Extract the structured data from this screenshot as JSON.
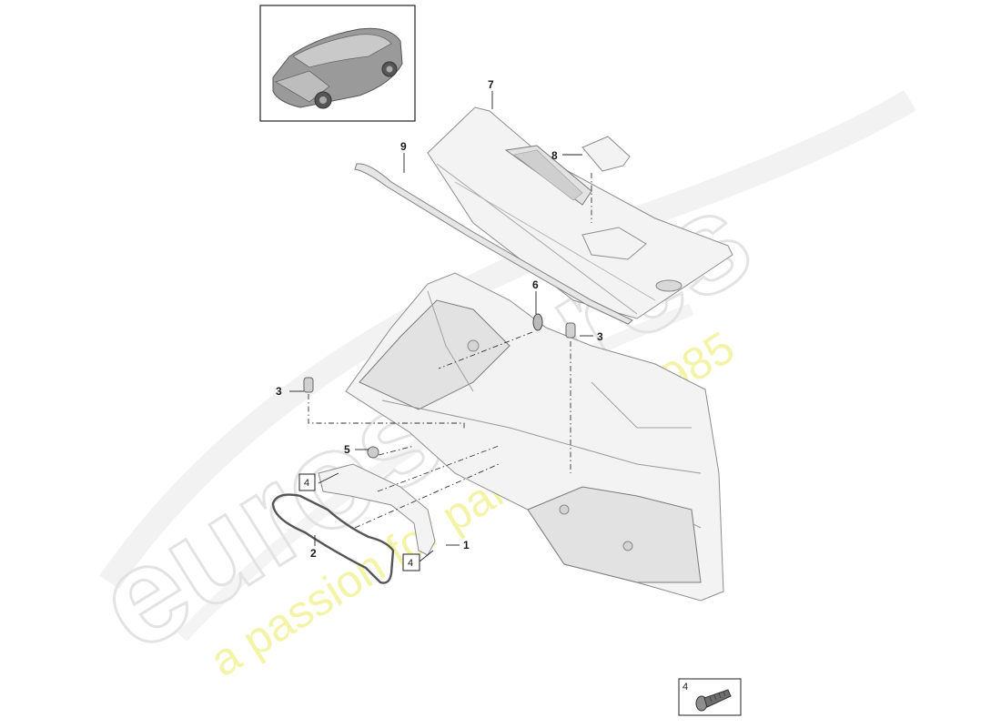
{
  "callouts": {
    "c1": "1",
    "c2": "2",
    "c3a": "3",
    "c3b": "3",
    "c4a": "4",
    "c4b": "4",
    "c5": "5",
    "c6": "6",
    "c7": "7",
    "c8": "8",
    "c9": "9"
  },
  "legend": {
    "label": "4",
    "icon": "screw-icon"
  },
  "thumbnail": {
    "icon": "vehicle-icon"
  },
  "watermark": {
    "brand": "eurospares",
    "tagline": "a passion for parts since 1985",
    "color": "#f2f28a"
  }
}
